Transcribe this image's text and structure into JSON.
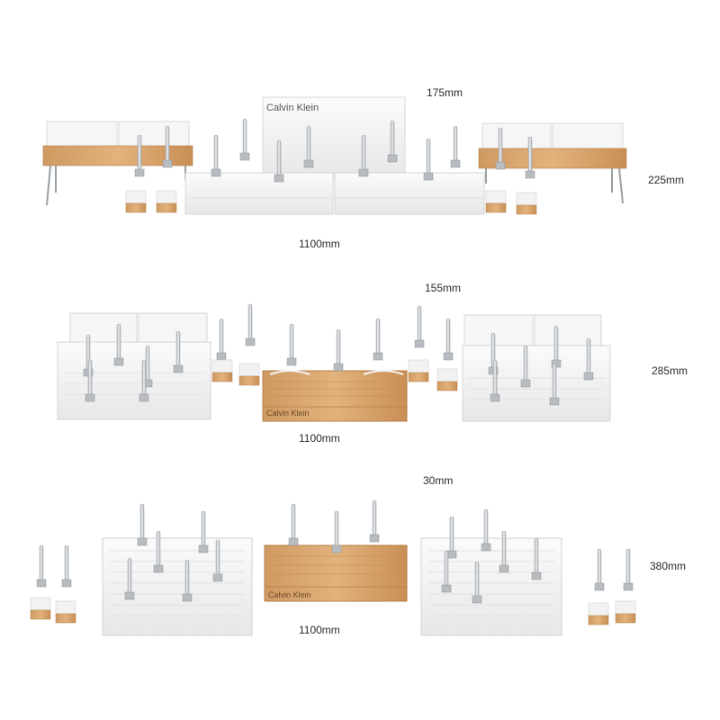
{
  "brand": "Calvin Klein",
  "colors": {
    "wood": "#d9a56c",
    "wood_dark": "#c48a4f",
    "white_panel": "#f4f4f4",
    "white_edge": "#dcdcdc",
    "metal": "#c9cdd2",
    "text": "#2a2a2a"
  },
  "rows": [
    {
      "depth": "175mm",
      "height": "225mm",
      "width": "1100mm"
    },
    {
      "depth": "155mm",
      "height": "285mm",
      "width": "1100mm"
    },
    {
      "depth": "30mm",
      "height": "380mm",
      "width": "1100mm"
    }
  ]
}
